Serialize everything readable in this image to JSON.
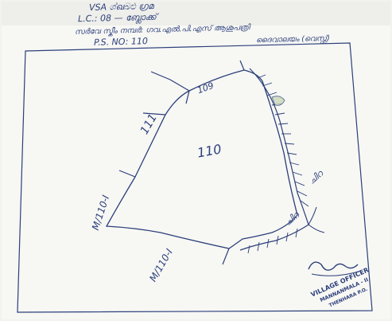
{
  "header": {
    "line1": "VSA ශ්ഖඛඑ ഗ്രമ",
    "line2": "L.C.: 08 — ബ്ലോക്ക്",
    "line3": "സർവേ സ്കീം നമ്പർ: ഗവ.എൽ.പി.എസ് ആശുപത്രി",
    "line3b": "ദൈവാലയം (വെസ്റ്റ്)",
    "line4": "P.S. NO: 110"
  },
  "map": {
    "center_plot": "110",
    "top_label": "109",
    "left_label": "111",
    "west_label_1": "M/110-I",
    "west_label_2": "M/110-I",
    "right_label": "ചിറ",
    "bottom_right_label": "ചിറ"
  },
  "stamp": {
    "title": "VILLAGE OFFICER",
    "line2": "MANNANMALA - II",
    "line3": "THENHARA P.O."
  },
  "colors": {
    "ink": "#2b3f7a",
    "paper": "#f7f7f4",
    "background": "#f2f2ef"
  }
}
